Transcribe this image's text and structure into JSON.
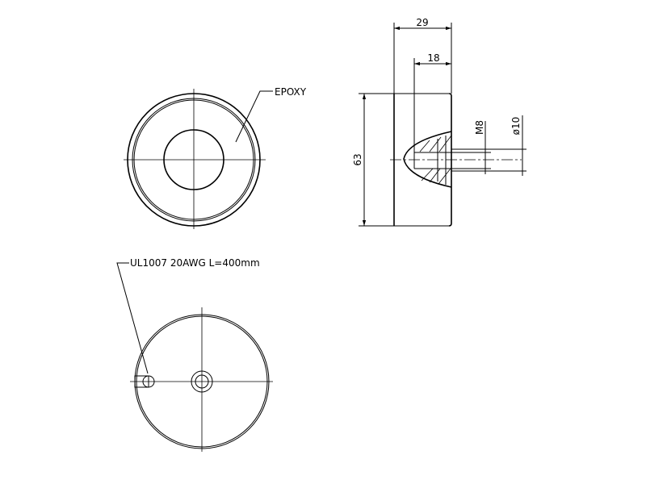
{
  "drawing": {
    "labels": {
      "epoxy": "EPOXY",
      "cable": "UL1007 20AWG L=400mm"
    },
    "dimensions": {
      "overall_length": "29",
      "cone_length": "18",
      "diameter": "63",
      "thread": "M8",
      "shaft_diameter": "ø10"
    }
  }
}
